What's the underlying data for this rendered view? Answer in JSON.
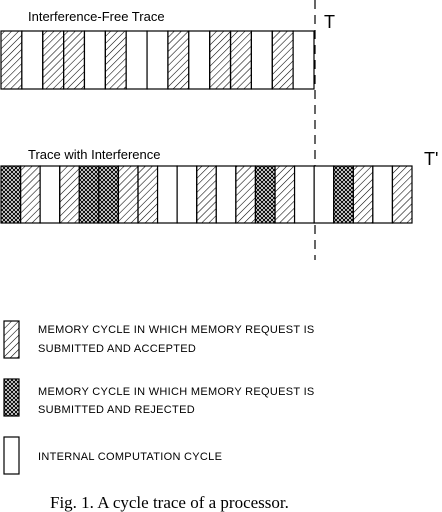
{
  "trace1": {
    "title": "Interference-Free Trace",
    "end_label": "T",
    "cycles": [
      "A",
      "C",
      "A",
      "A",
      "C",
      "A",
      "C",
      "C",
      "A",
      "C",
      "A",
      "A",
      "C",
      "A",
      "C"
    ]
  },
  "trace2": {
    "title": "Trace with Interference",
    "end_label": "T'",
    "cycles": [
      "R",
      "A",
      "C",
      "A",
      "R",
      "R",
      "A",
      "A",
      "C",
      "C",
      "A",
      "C",
      "A",
      "R",
      "A",
      "C",
      "C",
      "R",
      "A",
      "C",
      "A"
    ]
  },
  "legend": [
    {
      "kind": "A",
      "line1": "MEMORY CYCLE IN WHICH MEMORY REQUEST IS",
      "line2": "SUBMITTED AND ACCEPTED"
    },
    {
      "kind": "R",
      "line1": "MEMORY CYCLE IN WHICH MEMORY REQUEST IS",
      "line2": "SUBMITTED AND REJECTED"
    },
    {
      "kind": "C",
      "line1": "INTERNAL COMPUTATION CYCLE",
      "line2": ""
    }
  ],
  "caption": "Fig. 1.   A cycle trace of a processor."
}
